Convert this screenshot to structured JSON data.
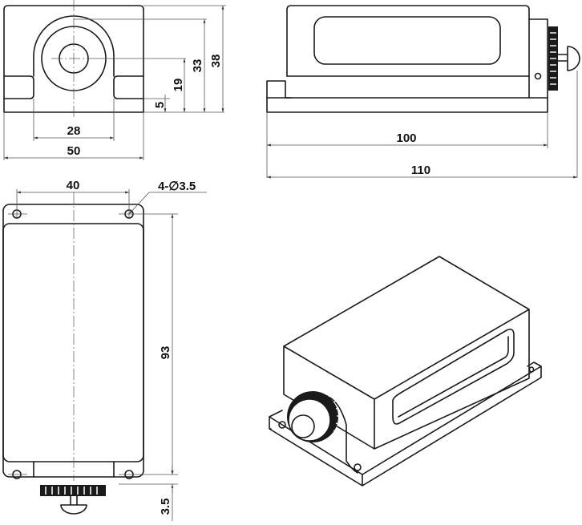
{
  "drawing": {
    "front_view": {
      "dimensions": {
        "overall_width": "50",
        "pedestal_width": "28",
        "base_height": "5",
        "axis_height": "19",
        "pedestal_height": "33",
        "overall_height": "38"
      }
    },
    "side_view": {
      "dimensions": {
        "body_length": "100",
        "overall_length": "110"
      }
    },
    "top_view": {
      "dimensions": {
        "hole_spacing": "40",
        "hole_callout": "4-∅3.5",
        "hole_pitch_length": "93",
        "knob_offset": "3.5"
      }
    },
    "isometric_view": {}
  },
  "colors": {
    "line": "#1a1a1a",
    "dimension": "#555555",
    "background": "#ffffff"
  }
}
